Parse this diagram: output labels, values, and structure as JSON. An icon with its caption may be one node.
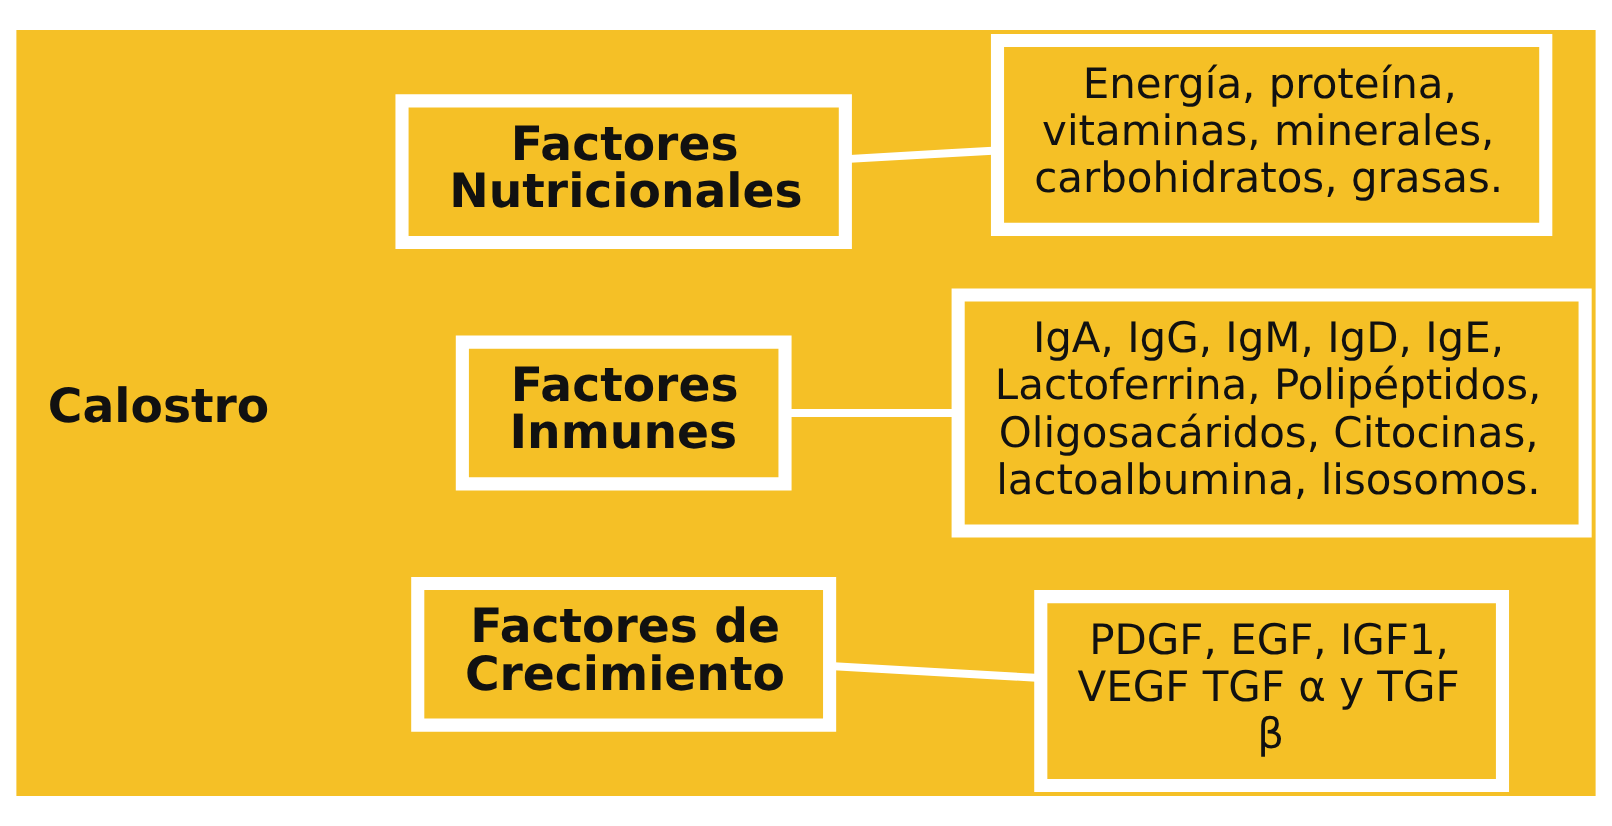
{
  "diagram": {
    "nodes": [
      {
        "text": [
          "Calostro"
        ]
      },
      {
        "text": [
          "Factores Nutricionales"
        ]
      },
      {
        "text": [
          "Energía, proteína, vitaminas, minerales, carbohidratos, grasas."
        ]
      },
      {
        "text": [
          "Factores Inmunes"
        ]
      },
      {
        "text": [
          "IgA, IgG, IgM, IgD, IgE, Lactoferrina, Polipéptidos, Oligosacáridos, Citocinas, lactoalbumina, lisosomos."
        ]
      },
      {
        "text": [
          "Factores de Crecimiento"
        ]
      },
      {
        "text": [
          "PDGF, EGF, IGF1, VEGF TGF α y TGF β"
        ]
      }
    ],
    "edges": [
      {
        "from": 1,
        "to": 2,
        "arrow": "none"
      },
      {
        "from": 3,
        "to": 4,
        "arrow": "none"
      },
      {
        "from": 5,
        "to": 6,
        "arrow": "none"
      }
    ]
  }
}
